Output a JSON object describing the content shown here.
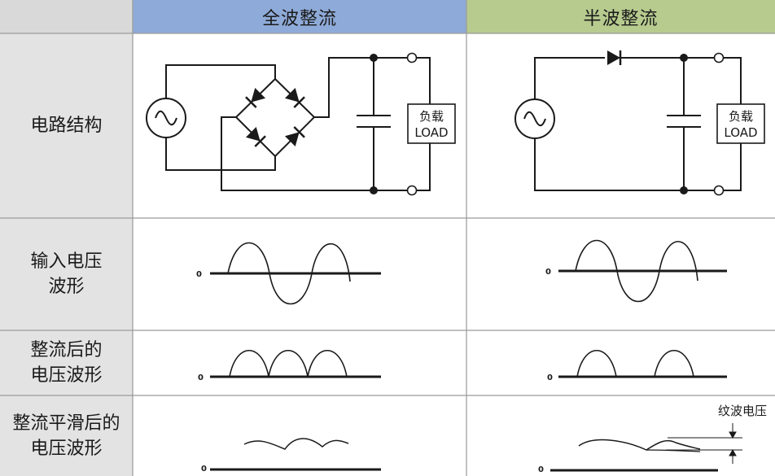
{
  "header": {
    "full_wave": "全波整流",
    "half_wave": "半波整流"
  },
  "rows": {
    "circuit": "电路结构",
    "input_voltage": "输入电压\n波形",
    "rectified_voltage": "整流后的\n电压波形",
    "smoothed_voltage": "整流平滑后的\n电压波形"
  },
  "load_label": {
    "cn": "负载",
    "en": "LOAD"
  },
  "zero_label": "0",
  "ripple_label": "纹波电压",
  "colors": {
    "header_full": "#8eaad8",
    "header_half": "#b7cb8f",
    "label_bg": "#e3e3e3",
    "line": "#1a1a1a"
  }
}
